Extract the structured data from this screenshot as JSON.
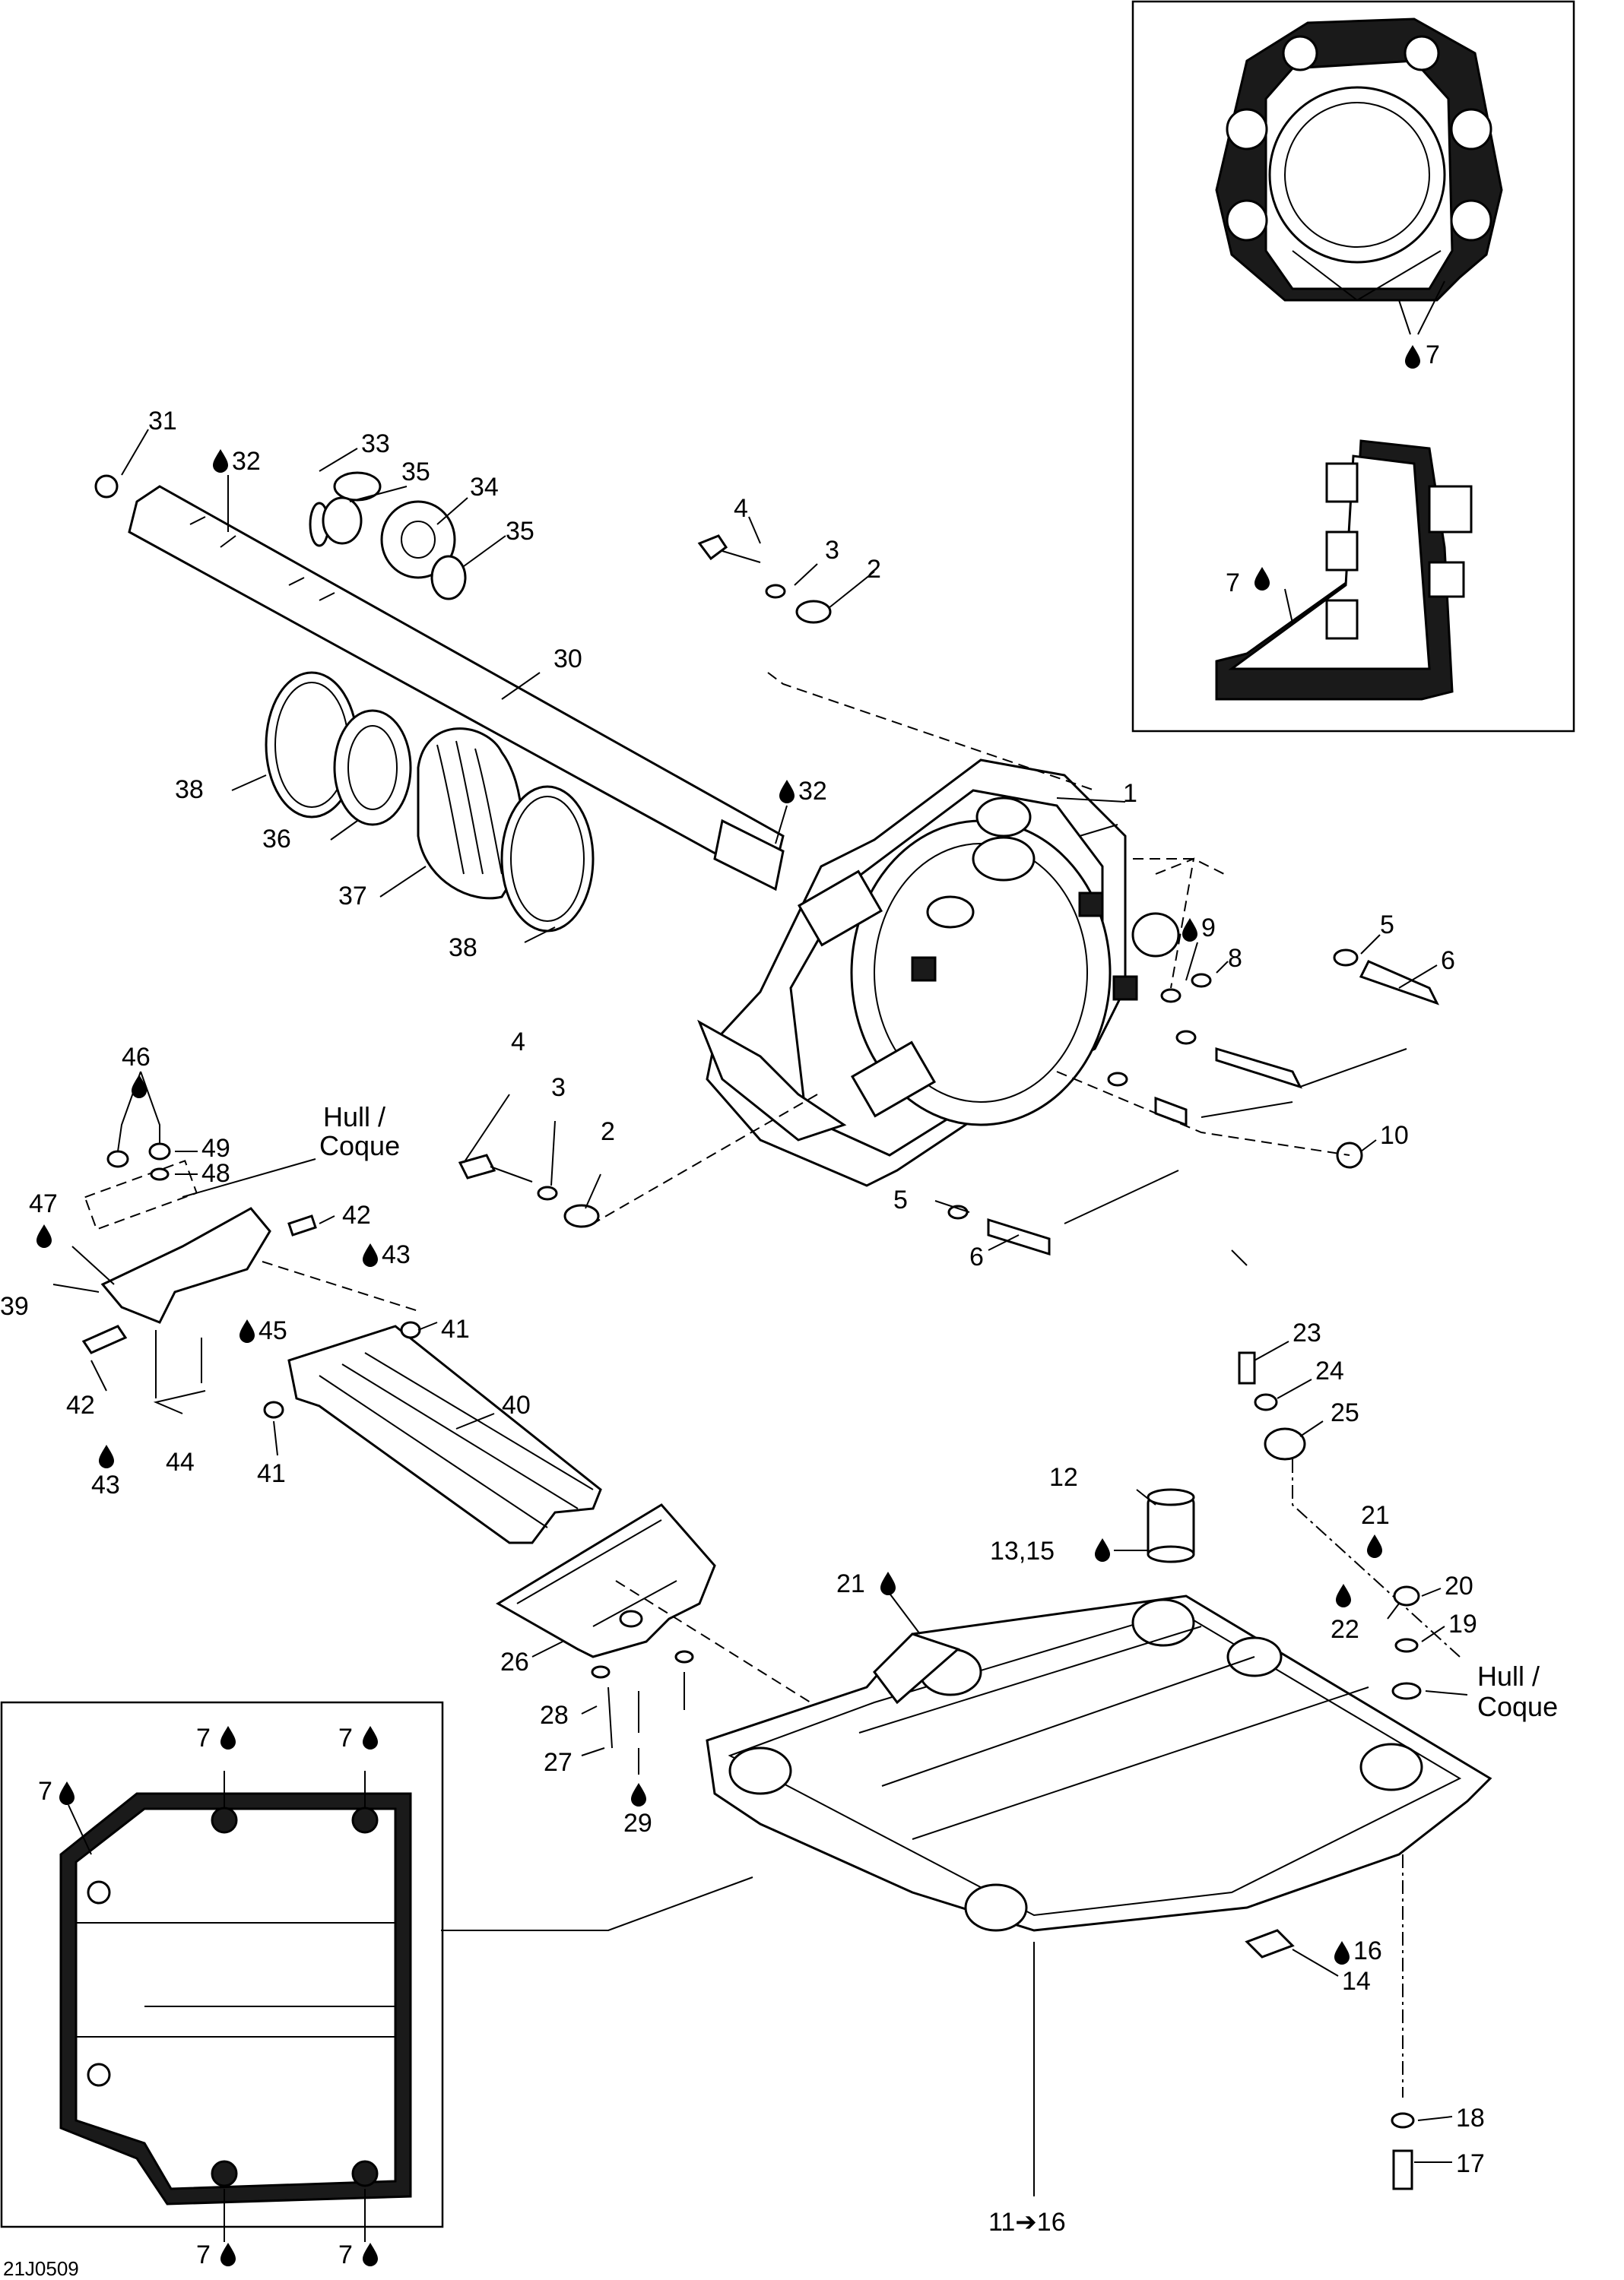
{
  "figure_code": "21J0509",
  "hull_label": {
    "line1": "Hull /",
    "line2": "Coque"
  },
  "drop_icon": "drop-icon",
  "callouts": {
    "c1": "1",
    "c2a": "2",
    "c2b": "2",
    "c3a": "3",
    "c3b": "3",
    "c4a": "4",
    "c4b": "4",
    "c5a": "5",
    "c5b": "5",
    "c6a": "6",
    "c6b": "6",
    "c7_inset_top": "7",
    "c7_inset_side": "7",
    "c7_plate_a": "7",
    "c7_plate_b": "7",
    "c7_plate_c": "7",
    "c7_plate_d": "7",
    "c7_plate_e": "7",
    "c8": "8",
    "c9": "9",
    "c10": "10",
    "c11_16": "11➔16",
    "c12": "12",
    "c13_15": "13,15",
    "c14": "14",
    "c16": "16",
    "c17": "17",
    "c18": "18",
    "c19": "19",
    "c20": "20",
    "c21a": "21",
    "c21b": "21",
    "c22": "22",
    "c23": "23",
    "c24": "24",
    "c25": "25",
    "c26": "26",
    "c27": "27",
    "c28": "28",
    "c29": "29",
    "c30": "30",
    "c31": "31",
    "c32a": "32",
    "c32b": "32",
    "c33": "33",
    "c34": "34",
    "c35a": "35",
    "c35b": "35",
    "c36": "36",
    "c37": "37",
    "c38a": "38",
    "c38b": "38",
    "c39": "39",
    "c40": "40",
    "c41a": "41",
    "c41b": "41",
    "c42a": "42",
    "c42b": "42",
    "c43a": "43",
    "c43b": "43",
    "c44": "44",
    "c45": "45",
    "c46": "46",
    "c47": "47",
    "c48": "48",
    "c49": "49"
  }
}
